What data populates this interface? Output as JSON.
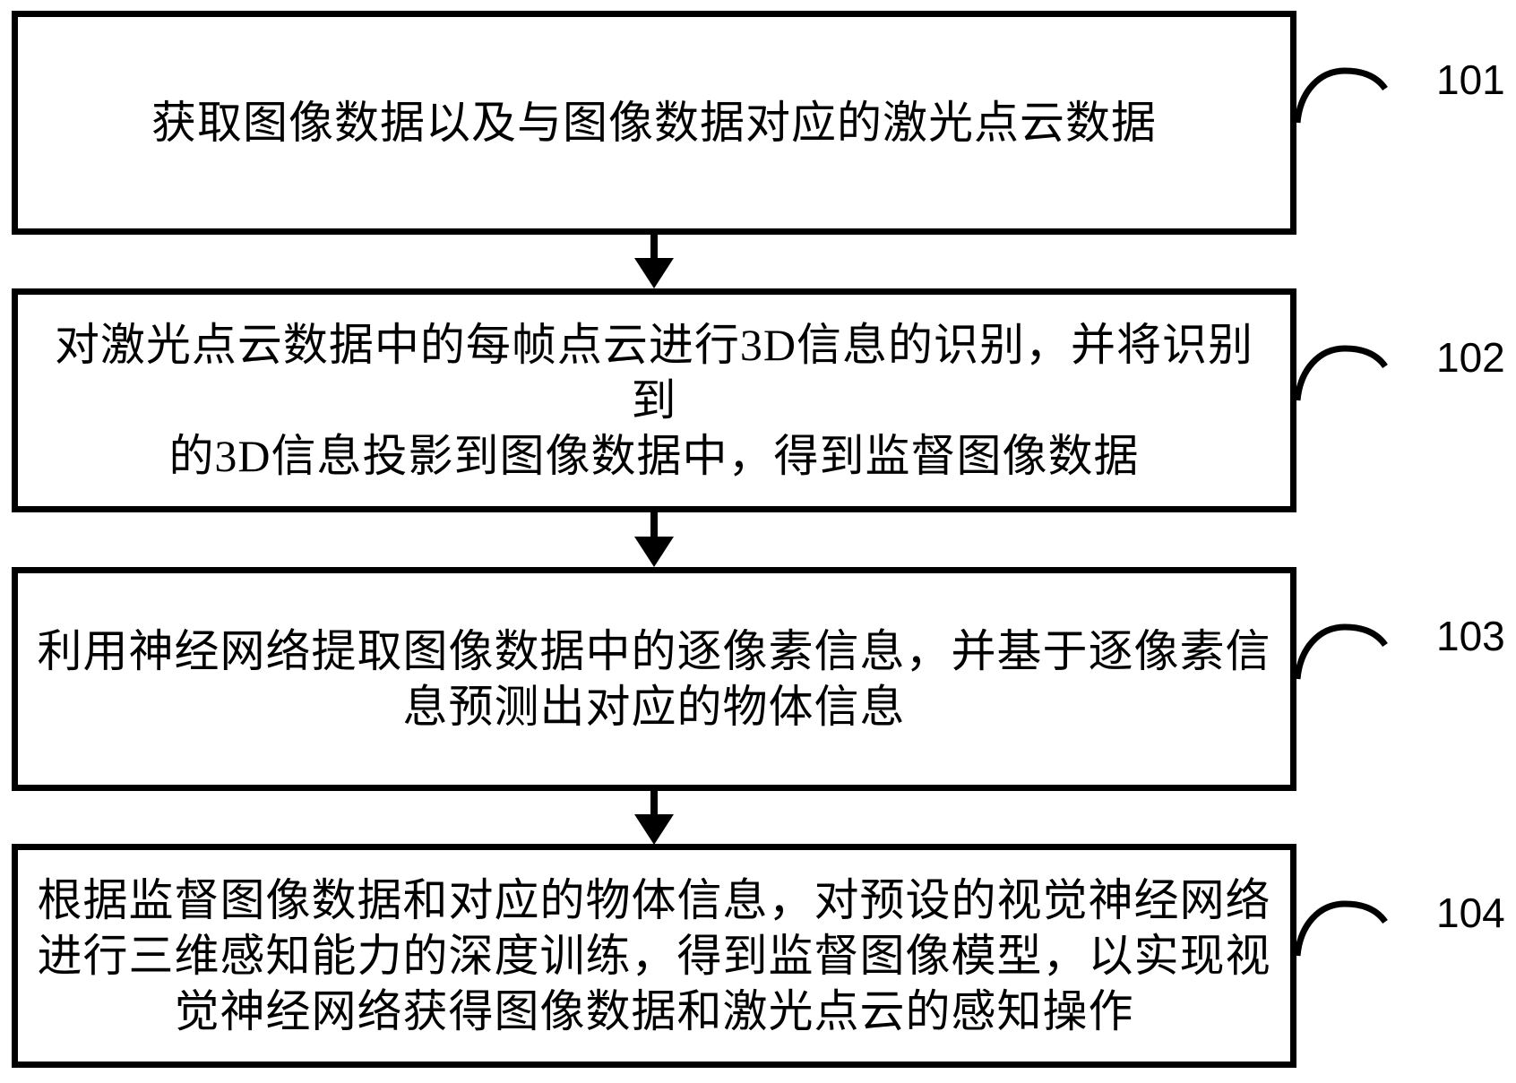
{
  "figure": {
    "type": "flowchart",
    "direction": "top-to-bottom",
    "background_color": "#ffffff",
    "line_color": "#000000",
    "text_color": "#000000"
  },
  "steps": [
    {
      "id": "101",
      "lines": [
        "获取图像数据以及与图像数据对应的激光点云数据"
      ],
      "full_text": "获取图像数据以及与图像数据对应的激光点云数据"
    },
    {
      "id": "102",
      "lines": [
        "对激光点云数据中的每帧点云进行3D信息的识别，并将识别到",
        "的3D信息投影到图像数据中，得到监督图像数据"
      ],
      "full_text": "对激光点云数据中的每帧点云进行3D信息的识别，并将识别到的3D信息投影到图像数据中，得到监督图像数据"
    },
    {
      "id": "103",
      "lines": [
        "利用神经网络提取图像数据中的逐像素信息，并基于逐像素信",
        "息预测出对应的物体信息"
      ],
      "full_text": "利用神经网络提取图像数据中的逐像素信息，并基于逐像素信息预测出对应的物体信息"
    },
    {
      "id": "104",
      "lines": [
        "根据监督图像数据和对应的物体信息，对预设的视觉神经网络",
        "进行三维感知能力的深度训练，得到监督图像模型，以实现视",
        "觉神经网络获得图像数据和激光点云的感知操作"
      ],
      "full_text": "根据监督图像数据和对应的物体信息，对预设的视觉神经网络进行三维感知能力的深度训练，得到监督图像模型，以实现视觉神经网络获得图像数据和激光点云的感知操作"
    }
  ]
}
